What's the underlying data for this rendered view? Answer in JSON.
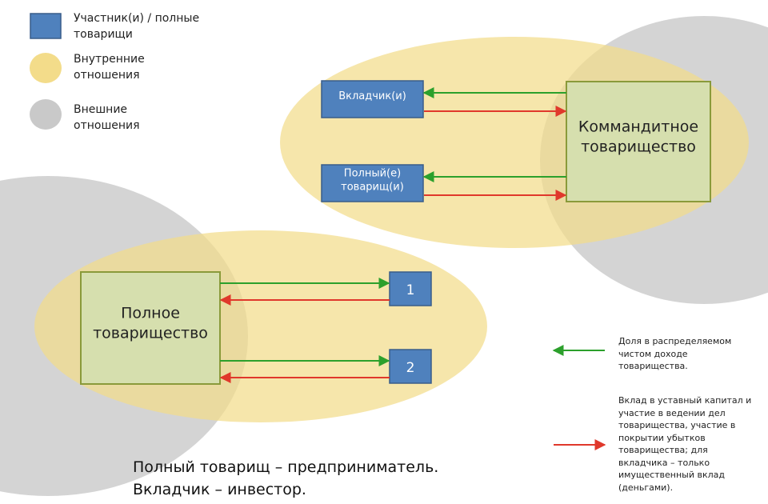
{
  "legend": {
    "participants": "Участник(и) / полные\nтоварищи",
    "internal": "Внутренние\nотношения",
    "external": "Внешние\nотношения"
  },
  "limited_partnership": {
    "title": "Коммандитное\nтоварищество",
    "investor": "Вкладчик(и)",
    "general_partner": "Полный(е)\nтоварищ(и)"
  },
  "general_partnership": {
    "title": "Полное\nтоварищество",
    "partner_1": "1",
    "partner_2": "2"
  },
  "arrow_key": {
    "green": "Доля в распределяемом\nчистом доходе\nтоварищества.",
    "red": "Вклад в уставный капитал и\nучастие в ведении дел\nтоварищества, участие в\nпокрытии убытков\nтоварищества; для\nвкладчика –  только\nимущественный вклад\n(деньгами)."
  },
  "caption": {
    "line1": "Полный товарищ – предприниматель.",
    "line2": "Вкладчик – инвестор."
  },
  "colors": {
    "participant_box": "#4f81bd",
    "participant_border": "#385d8a",
    "entity_box": "#d6dfae",
    "entity_border": "#8a9a3a",
    "internal_ellipse": "#f3dc8a",
    "external_ellipse": "#c9c9c9",
    "arrow_green": "#2ca02c",
    "arrow_red": "#e0382b"
  }
}
